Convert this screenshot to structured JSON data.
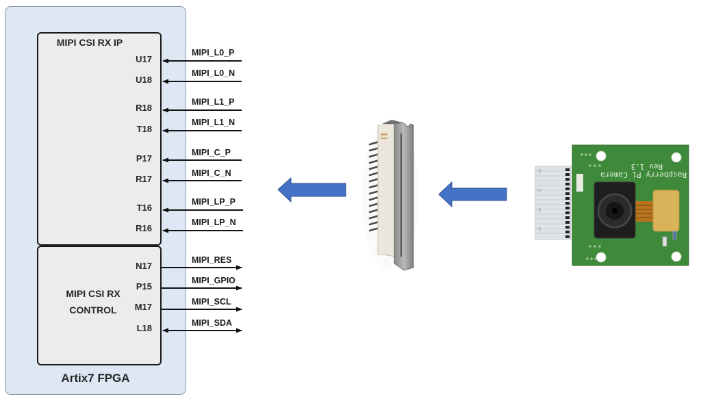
{
  "fpga": {
    "label": "Artix7 FPGA",
    "panel_color": "#dde8f4",
    "ip_block": {
      "title": "MIPI CSI RX IP",
      "pins": [
        {
          "pin": "U17",
          "signal": "MIPI_L0_P",
          "direction": "in"
        },
        {
          "pin": "U18",
          "signal": "MIPI_L0_N",
          "direction": "in"
        },
        {
          "pin": "R18",
          "signal": "MIPI_L1_P",
          "direction": "in"
        },
        {
          "pin": "T18",
          "signal": "MIPI_L1_N",
          "direction": "in"
        },
        {
          "pin": "P17",
          "signal": "MIPI_C_P",
          "direction": "in"
        },
        {
          "pin": "R17",
          "signal": "MIPI_C_N",
          "direction": "in"
        },
        {
          "pin": "T16",
          "signal": "MIPI_LP_P",
          "direction": "in"
        },
        {
          "pin": "R16",
          "signal": "MIPI_LP_N",
          "direction": "in"
        }
      ]
    },
    "control_block": {
      "title_line1": "MIPI CSI RX",
      "title_line2": "CONTROL",
      "pins": [
        {
          "pin": "N17",
          "signal": "MIPI_RES",
          "direction": "out"
        },
        {
          "pin": "P15",
          "signal": "MIPI_GPIO",
          "direction": "out"
        },
        {
          "pin": "M17",
          "signal": "MIPI_SCL",
          "direction": "out"
        },
        {
          "pin": "L18",
          "signal": "MIPI_SDA",
          "direction": "bidir"
        }
      ]
    }
  },
  "flow_arrows": {
    "color": "#4472c4",
    "items": [
      {
        "from": "connector",
        "to": "fpga"
      },
      {
        "from": "camera",
        "to": "connector"
      }
    ]
  },
  "connector": {
    "icon": "fpc-connector-icon"
  },
  "camera": {
    "icon": "raspberry-pi-camera-icon",
    "silkscreen_line1": "Raspberry Pi Camera",
    "silkscreen_line2": "Rev 1.3",
    "pcb_color": "#3f8a3a"
  }
}
